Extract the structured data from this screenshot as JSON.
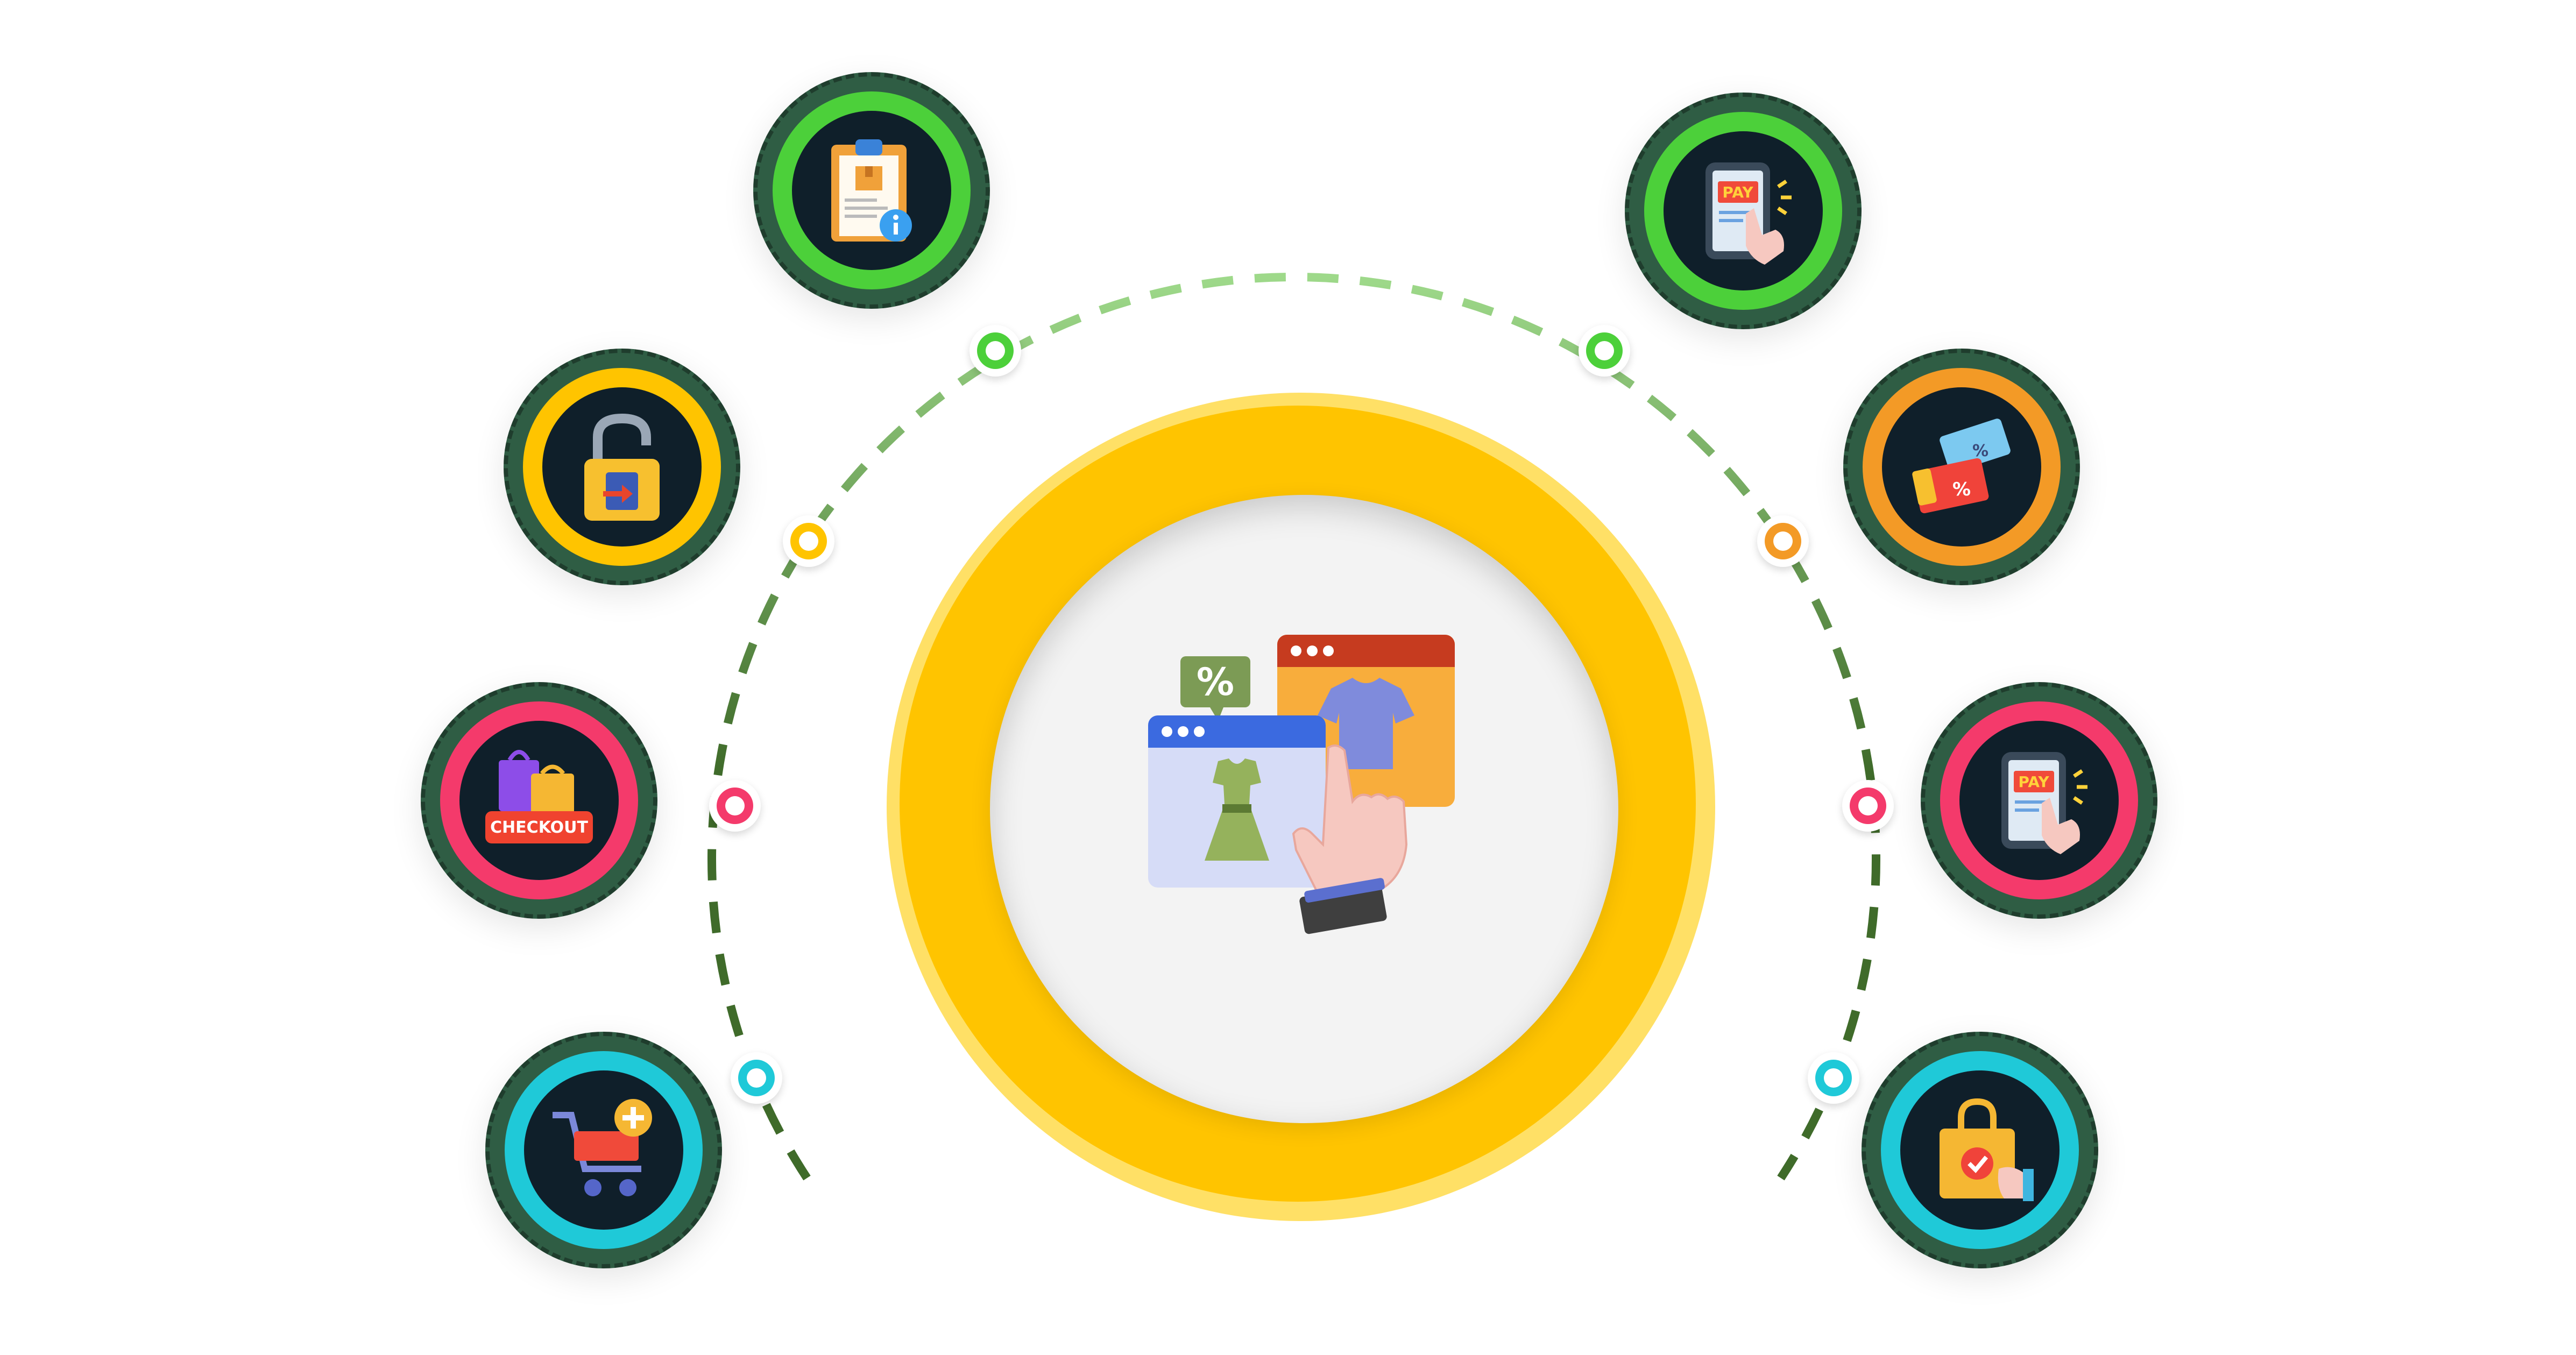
{
  "diagram": {
    "colors": {
      "arc_left_lower": "#3f6b2a",
      "arc_upper": "#9ed98a",
      "center_ring": "#ffc400",
      "center_glow": "#ffe066",
      "node_dark": "#0f1f2a",
      "node_border": "#2f5d44"
    },
    "center": {
      "icon": "online-shopping-icon",
      "badge_text": "%"
    },
    "nodes": [
      {
        "id": "order-info",
        "icon": "clipboard-info-icon",
        "ring_color": "#4cd03a"
      },
      {
        "id": "login",
        "icon": "unlocked-padlock-icon",
        "ring_color": "#ffc400"
      },
      {
        "id": "checkout",
        "icon": "checkout-bags-icon",
        "ring_color": "#f43a6b",
        "label": "CHECKOUT"
      },
      {
        "id": "add-to-cart",
        "icon": "cart-add-icon",
        "ring_color": "#1fc9d8"
      },
      {
        "id": "pay-top",
        "icon": "pay-phone-icon",
        "ring_color": "#4cd03a",
        "label": "PAY"
      },
      {
        "id": "coupons",
        "icon": "coupon-tickets-icon",
        "ring_color": "#f39a26",
        "label": "%"
      },
      {
        "id": "pay-right",
        "icon": "pay-phone-icon",
        "ring_color": "#f43a6b",
        "label": "PAY"
      },
      {
        "id": "delivered",
        "icon": "bag-check-icon",
        "ring_color": "#1fc9d8"
      }
    ],
    "connectors": [
      {
        "color": "#4cd03a"
      },
      {
        "color": "#ffc400"
      },
      {
        "color": "#f43a6b"
      },
      {
        "color": "#1fc9d8"
      },
      {
        "color": "#4cd03a"
      },
      {
        "color": "#f39a26"
      },
      {
        "color": "#f43a6b"
      },
      {
        "color": "#1fc9d8"
      }
    ]
  }
}
